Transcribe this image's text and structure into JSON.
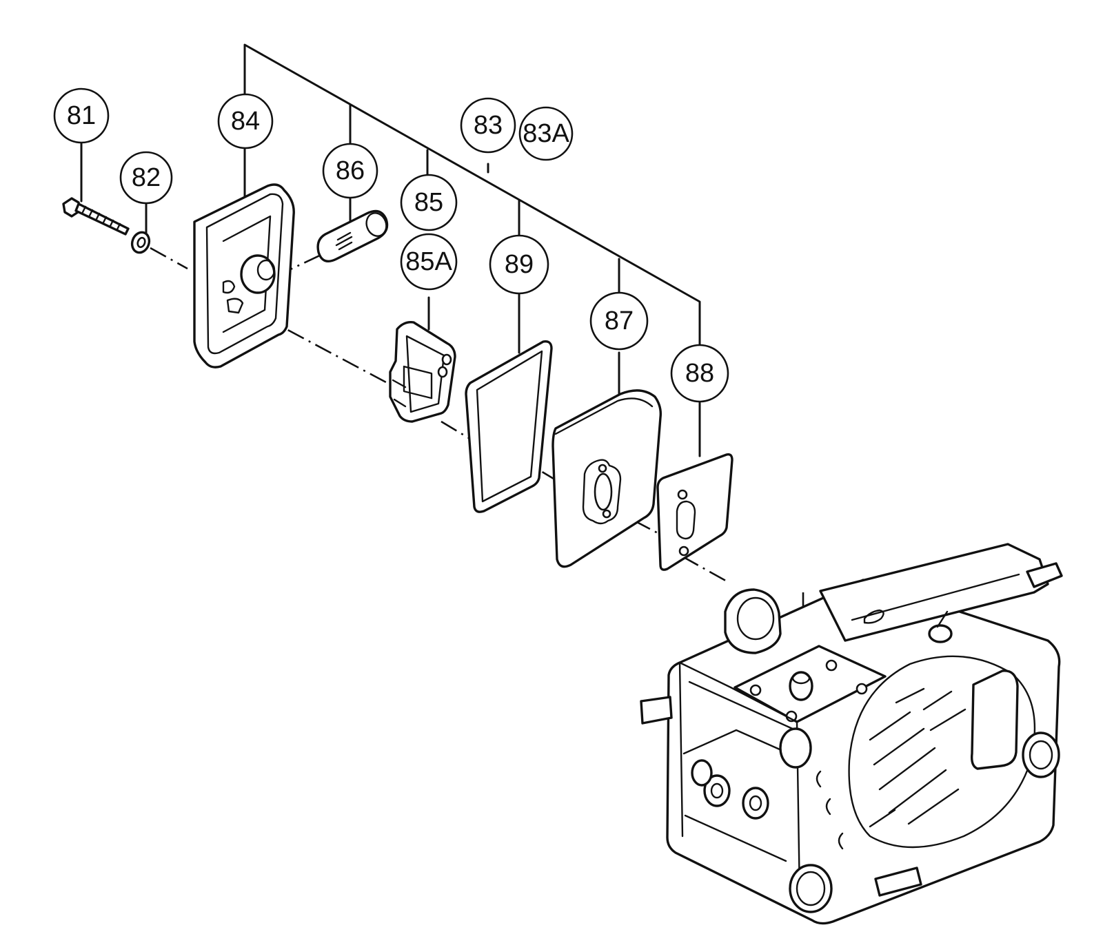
{
  "callouts": [
    {
      "id": "81",
      "label": "81"
    },
    {
      "id": "82",
      "label": "82"
    },
    {
      "id": "83",
      "label": "83"
    },
    {
      "id": "83A",
      "label": "83A"
    },
    {
      "id": "84",
      "label": "84"
    },
    {
      "id": "85",
      "label": "85"
    },
    {
      "id": "85A",
      "label": "85A"
    },
    {
      "id": "86",
      "label": "86"
    },
    {
      "id": "87",
      "label": "87"
    },
    {
      "id": "88",
      "label": "88"
    },
    {
      "id": "89",
      "label": "89"
    }
  ],
  "parts": [
    {
      "ref": "81",
      "icon": "bolt-icon"
    },
    {
      "ref": "82",
      "icon": "washer-icon"
    },
    {
      "ref": "84",
      "icon": "muffler-cover-icon"
    },
    {
      "ref": "86",
      "icon": "spark-arrester-screen-icon"
    },
    {
      "ref": "85A",
      "icon": "muffler-baffle-icon"
    },
    {
      "ref": "89",
      "icon": "cover-gasket-icon"
    },
    {
      "ref": "87",
      "icon": "muffler-body-icon"
    },
    {
      "ref": "88",
      "icon": "exhaust-gasket-icon"
    },
    {
      "ref": "engine",
      "icon": "engine-crankcase-icon"
    }
  ]
}
